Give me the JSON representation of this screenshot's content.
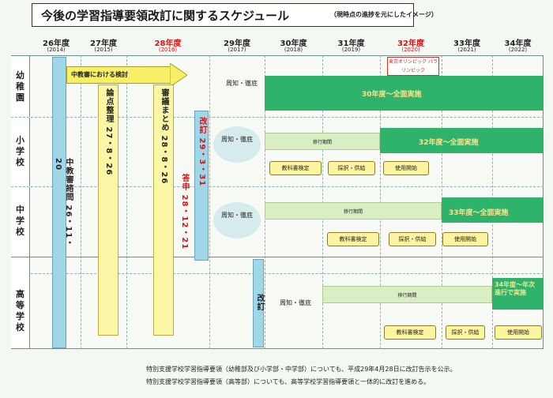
{
  "title": "今後の学習指導要領改訂に関するスケジュール",
  "subtitle": "（現時点の進捗を元にしたイメージ）",
  "years": [
    {
      "label": "26年度",
      "era": "(2014)",
      "highlight": false
    },
    {
      "label": "27年度",
      "era": "(2015)",
      "highlight": false
    },
    {
      "label": "28年度",
      "era": "(2016)",
      "highlight": true
    },
    {
      "label": "29年度",
      "era": "(2017)",
      "highlight": false
    },
    {
      "label": "30年度",
      "era": "(2018)",
      "highlight": false
    },
    {
      "label": "31年度",
      "era": "(2019)",
      "highlight": false
    },
    {
      "label": "32年度",
      "era": "(2020)",
      "highlight": true
    },
    {
      "label": "33年度",
      "era": "(2021)",
      "highlight": false
    },
    {
      "label": "34年度",
      "era": "(2022)",
      "highlight": false
    }
  ],
  "olympics": "東京オリンピック パラリンピック",
  "stages": {
    "kindergarten": "幼稚園",
    "elementary": "小学校",
    "junior_high": "中学校",
    "high_school": "高等学校"
  },
  "consultation": "中教審諮問 26・11・20",
  "review_arrow": "中教審における検討",
  "issues": "論点整理 27・8・26",
  "summary": "審議まとめ 28・8・26",
  "report": "答申 28・12・21",
  "revision_main": "改訂 29・3・31",
  "revision_hs": "改訂",
  "publicize": "周知・徹底",
  "transition": "移行期間",
  "textbook_review": "教科書検定",
  "adoption": "採択・供給",
  "start_use": "使用開始",
  "impl_kindergarten": "30年度〜全面実施",
  "impl_elementary": "32年度〜全面実施",
  "impl_junior": "33年度〜全面実施",
  "impl_high": "34年度〜年次進行で実施",
  "notes": [
    "特別支援学校学習指導要領（幼稚部及び小学部・中学部）についても、平成29年4月28日に改訂告示を公示。",
    "特別支援学校学習指導要領（高等部）についても、高等学校学習指導要領と一体的に改訂を進める。"
  ]
}
